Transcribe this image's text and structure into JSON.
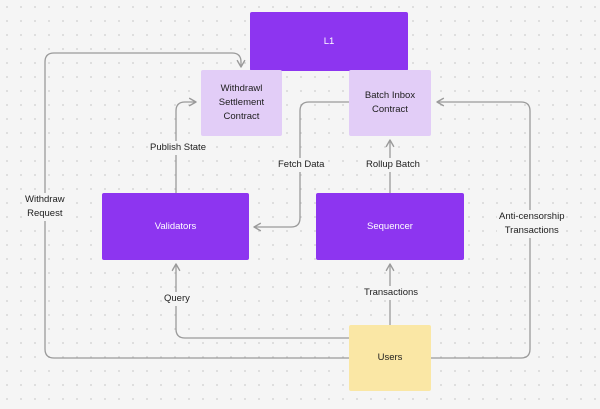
{
  "diagram": {
    "nodes": {
      "l1": "L1",
      "withdrawal": "Withdrawl\nSettlement\nContract",
      "batch_inbox": "Batch Inbox\nContract",
      "validators": "Validators",
      "sequencer": "Sequencer",
      "users": "Users"
    },
    "edges": {
      "publish_state": "Publish State",
      "fetch_data": "Fetch Data",
      "rollup_batch": "Rollup Batch",
      "withdraw_request": "Withdraw\nRequest",
      "anti_censorship": "Anti-censorship\nTransactions",
      "query": "Query",
      "transactions": "Transactions"
    },
    "colors": {
      "primary": "#8d35f0",
      "secondary": "#e2cdf7",
      "users": "#fae7a5",
      "connector": "#9a9a9a"
    }
  }
}
